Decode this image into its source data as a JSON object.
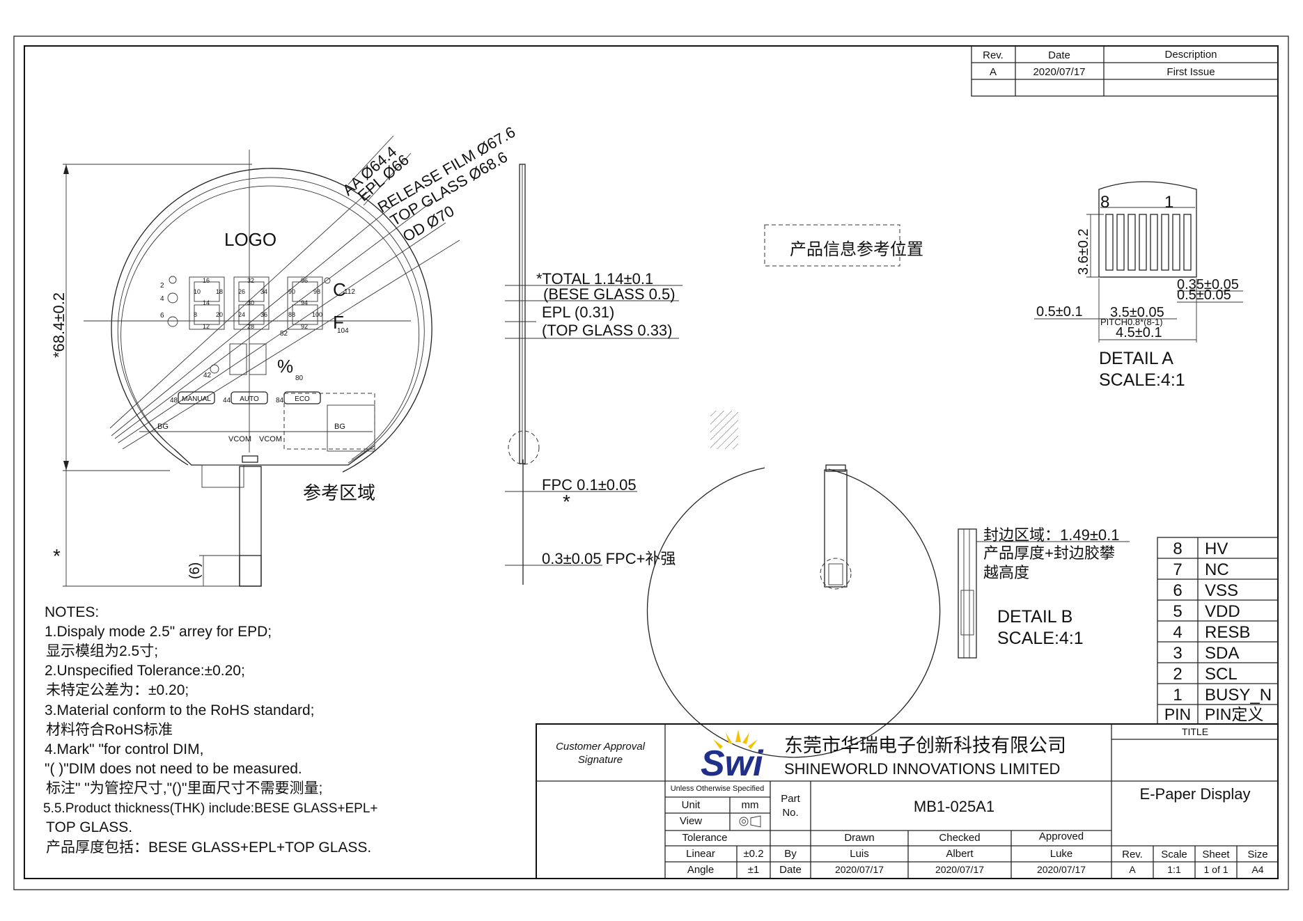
{
  "revision_table": {
    "headers": {
      "rev": "Rev.",
      "date": "Date",
      "description": "Description"
    },
    "rows": [
      {
        "rev": "A",
        "date": "2020/07/17",
        "description": "First Issue"
      }
    ]
  },
  "front_view": {
    "callouts": {
      "aa": "AA Ø64.4",
      "epl": "EPL Ø66",
      "release_film": "RELEASE FILM Ø67.6",
      "top_glass": "TOP GLASS Ø68.6",
      "od": "OD Ø70"
    },
    "logo": "LOGO",
    "height_dim": "*68.4±0.2",
    "ref_area": "参考区域",
    "fpc_dim": "(6)",
    "star": "*",
    "buttons": {
      "manual": "MANUAL",
      "auto": "AUTO",
      "eco": "ECO"
    },
    "segment_labels": {
      "s2": "2",
      "s4": "4",
      "s6": "6",
      "d1": [
        "16",
        "10",
        "18",
        "14",
        "8",
        "20",
        "12"
      ],
      "d2": [
        "32",
        "26",
        "34",
        "30",
        "24",
        "36",
        "28"
      ],
      "d3": [
        "96",
        "90",
        "98",
        "94",
        "88",
        "100",
        "92"
      ],
      "s112": "112",
      "s104": "104",
      "s82": "82",
      "s80": "80",
      "s42": "42",
      "b48": "48",
      "b44": "44",
      "b84": "84",
      "bg": "BG",
      "vcom1": "VCOM",
      "vcom2": "VCOM"
    }
  },
  "side_view": {
    "total": "*TOTAL 1.14±0.1",
    "base_glass": "(BESE GLASS 0.5)",
    "epl": "EPL (0.31)",
    "top_glass": "(TOP GLASS 0.33)",
    "fpc": "FPC 0.1±0.05",
    "stiffener": "0.3±0.05 FPC+补强",
    "star": "*"
  },
  "back_view": {
    "info_area": "产品信息参考位置"
  },
  "detail_a": {
    "pin_left": "8",
    "pin_right": "1",
    "height": "3.6±0.2",
    "d1": "0.35±0.05",
    "d2": "0.5±0.05",
    "d3": "0.5±0.1",
    "d4": "3.5±0.05",
    "pitch": "PITCH0.8*(8-1)",
    "width": "4.5±0.1",
    "title": "DETAIL A",
    "scale": "SCALE:4:1"
  },
  "detail_b": {
    "seal_1": "封边区域：1.49±0.1",
    "seal_2": "产品厚度+封边胶攀",
    "seal_3": "越高度",
    "title": "DETAIL B",
    "scale": "SCALE:4:1"
  },
  "pin_table": {
    "rows": [
      {
        "pin": "8",
        "name": "HV"
      },
      {
        "pin": "7",
        "name": "NC"
      },
      {
        "pin": "6",
        "name": "VSS"
      },
      {
        "pin": "5",
        "name": "VDD"
      },
      {
        "pin": "4",
        "name": "RESB"
      },
      {
        "pin": "3",
        "name": "SDA"
      },
      {
        "pin": "2",
        "name": "SCL"
      },
      {
        "pin": "1",
        "name": "BUSY_N"
      }
    ],
    "header": {
      "pin": "PIN",
      "name": "PIN定义"
    }
  },
  "notes": {
    "title": "NOTES:",
    "lines": [
      "1.Dispaly mode 2.5\" arrey for EPD;",
      " 显示模组为2.5寸;",
      "2.Unspecified Tolerance:±0.20;",
      "  未特定公差为：±0.20;",
      "3.Material conform to the RoHS standard;",
      "  材料符合RoHS标准",
      "4.Mark\"    \"for control DIM,",
      " \"( )\"DIM does not need to be measured.",
      "  标注\"    \"为管控尺寸,\"()\"里面尺寸不需要测量;",
      "5.5.Product thickness(THK) include:BESE GLASS+EPL+",
      "  TOP GLASS.",
      " 产品厚度包括：BESE GLASS+EPL+TOP GLASS."
    ]
  },
  "title_block": {
    "customer": "Customer Approval Signature",
    "logo": "Swi",
    "company_cn": "东莞市华瑞电子创新科技有限公司",
    "company_en": "SHINEWORLD INNOVATIONS LIMITED",
    "title_label": "TITLE",
    "title": "E-Paper Display",
    "unless": "Unless Otherwise Specified",
    "unit_label": "Unit",
    "unit": "mm",
    "view_label": "View",
    "tolerance": "Tolerance",
    "linear_label": "Linear",
    "linear": "±0.2",
    "angle_label": "Angle",
    "angle": "±1",
    "part_no_label": "Part No.",
    "part_no": "MB1-025A1",
    "by": "By",
    "date_label": "Date",
    "drawn": "Drawn",
    "checked": "Checked",
    "approved": "Approved",
    "drawn_by": "Luis",
    "checked_by": "Albert",
    "approved_by": "Luke",
    "drawn_date": "2020/07/17",
    "checked_date": "2020/07/17",
    "approved_date": "2020/07/17",
    "rev_label": "Rev.",
    "scale_label": "Scale",
    "sheet_label": "Sheet",
    "size_label": "Size",
    "rev": "A",
    "scale": "1:1",
    "sheet": "1 of 1",
    "size": "A4"
  },
  "colors": {
    "logo_blue": "#1f2f8a",
    "logo_yellow": "#f2c300",
    "line": "#222222"
  }
}
